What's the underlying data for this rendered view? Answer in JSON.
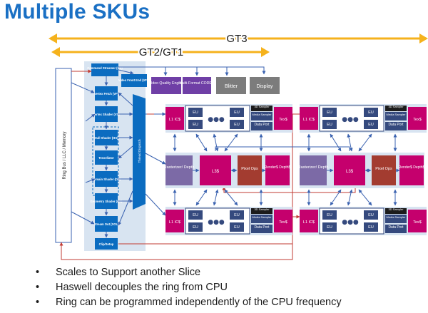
{
  "slide": {
    "title": "Multiple SKUs",
    "bullets": [
      "Scales to Support another Slice",
      "Haswell decouples the ring from CPU",
      "Ring can be programmed independently of the CPU frequency"
    ],
    "bullet_glyph": "•"
  },
  "ranges": {
    "gt3": "GT3",
    "gt2_gt1": "GT2/GT1",
    "arrow_color": "#f5b21c"
  },
  "pipeline": {
    "ring_bus": "Ring Bus / LLC / Memory",
    "command_streamer": "Command Streamer (CS)",
    "video_front_end": "Video Front End (VFE)",
    "vertex_fetch": "Vertex Fetch (VF)",
    "vertex_shader": "Vertex Shader (VS)",
    "hull_shader": "Hull Shader (HS)",
    "tessellator": "Tessellator",
    "domain_shader": "Domain Shader (DS)",
    "geometry_shader": "Geometry Shader (GS)",
    "stream_out": "Stream Out (SOL)",
    "clip_setup": "Clip/Setup",
    "thread_dispatch": "Thread Dispatch"
  },
  "media": {
    "video_quality_engine": "Video Quality Engine",
    "multi_format_codec": "Multi-Format CODEC",
    "blitter": "Blitter",
    "display": "Display"
  },
  "slice": {
    "eu": "EU",
    "ellipsis": "●●●",
    "l1_ics": "L1 IC$",
    "tex": "Tex$",
    "sampler_3d": "3D Sampler",
    "media_sampler": "Media Sampler",
    "data_port": "Data Port",
    "rasterizer": "Rasterizer/ Depth",
    "l3": "L3$",
    "pixel_ops": "Pixel Ops",
    "render_depth": "Render$ Depth$"
  },
  "colors": {
    "title": "#1a70c4",
    "pipeline_blue": "#0b6cc0",
    "media_purple": "#6f3fa6",
    "grey_box": "#7c7c7c",
    "magenta": "#c5006d",
    "slate": "#354a7e",
    "rasterizer": "#7c6aa6",
    "pixel_ops": "#a33c30",
    "panel": "#d8e4f1",
    "arrow_blue": "#3a62b0",
    "arrow_red": "#c23b33"
  }
}
